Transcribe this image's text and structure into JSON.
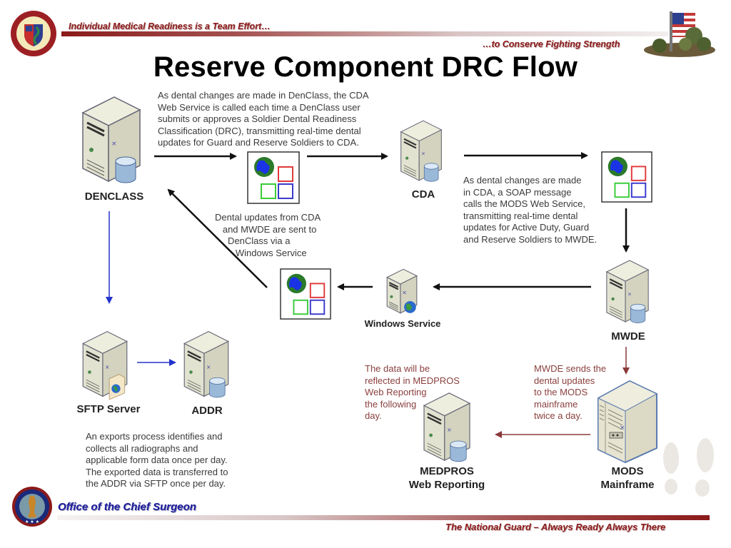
{
  "header": {
    "slogan": "Individual Medical Readiness is a Team Effort…",
    "subslogan": "…to Conserve Fighting Strength",
    "logo_left": "medical-team-seal",
    "logo_right": "flag-soldiers-emblem"
  },
  "title": "Reserve Component DRC Flow",
  "nodes": {
    "denclass": {
      "label": "DENCLASS",
      "icon": "server-database-icon"
    },
    "cda": {
      "label": "CDA",
      "icon": "server-database-icon"
    },
    "mwde": {
      "label": "MWDE",
      "icon": "server-database-icon"
    },
    "windows_service": {
      "label": "Windows Service",
      "icon": "server-globe-icon"
    },
    "sftp_server": {
      "label": "SFTP Server",
      "icon": "server-file-icon"
    },
    "addr": {
      "label": "ADDR",
      "icon": "server-database-icon"
    },
    "medpros": {
      "label_line1": "MEDPROS",
      "label_line2": "Web Reporting",
      "icon": "server-database-icon"
    },
    "mods": {
      "label_line1": "MODS",
      "label_line2": "Mainframe",
      "icon": "mainframe-icon"
    },
    "web_service_1": {
      "icon": "web-service-icon"
    },
    "web_service_2": {
      "icon": "web-service-icon"
    },
    "web_service_3": {
      "icon": "web-service-icon"
    }
  },
  "descriptions": {
    "denclass_to_cda": "As dental changes are made in DenClass, the CDA\nWeb Service is called each time a DenClass user\nsubmits or approves a Soldier Dental Readiness\nClassification (DRC), transmitting real-time dental\nupdates for Guard and Reserve Soldiers to CDA.",
    "cda_to_mwde": "As dental changes are made\nin CDA, a SOAP message\ncalls the MODS Web Service,\ntransmitting real-time dental\nupdates for Active Duty, Guard\nand Reserve Soldiers to MWDE.",
    "to_denclass": "Dental updates from CDA\n   and MWDE are sent to\n     DenClass via a\n        Windows Service",
    "exports": "An exports process identifies and\ncollects all radiographs and\napplicable form data once per day.\nThe exported data is transferred to\nthe ADDR via SFTP once per day.",
    "medpros": "The data will be\nreflected in MEDPROS\nWeb Reporting\nthe following\nday.",
    "mwde_to_mods": "MWDE sends the\ndental updates\nto the MODS\nmainframe\ntwice a day."
  },
  "colors": {
    "brand_red": "#8b1a1a",
    "office_blue": "#1a1a99",
    "arrow_black": "#111111",
    "arrow_blue": "#2233cc",
    "arrow_brown": "#8b3a3a"
  },
  "footer": {
    "office": "Office of the Chief Surgeon",
    "motto": "The National Guard – Always Ready  Always There",
    "logo": "army-national-guard-seal"
  }
}
